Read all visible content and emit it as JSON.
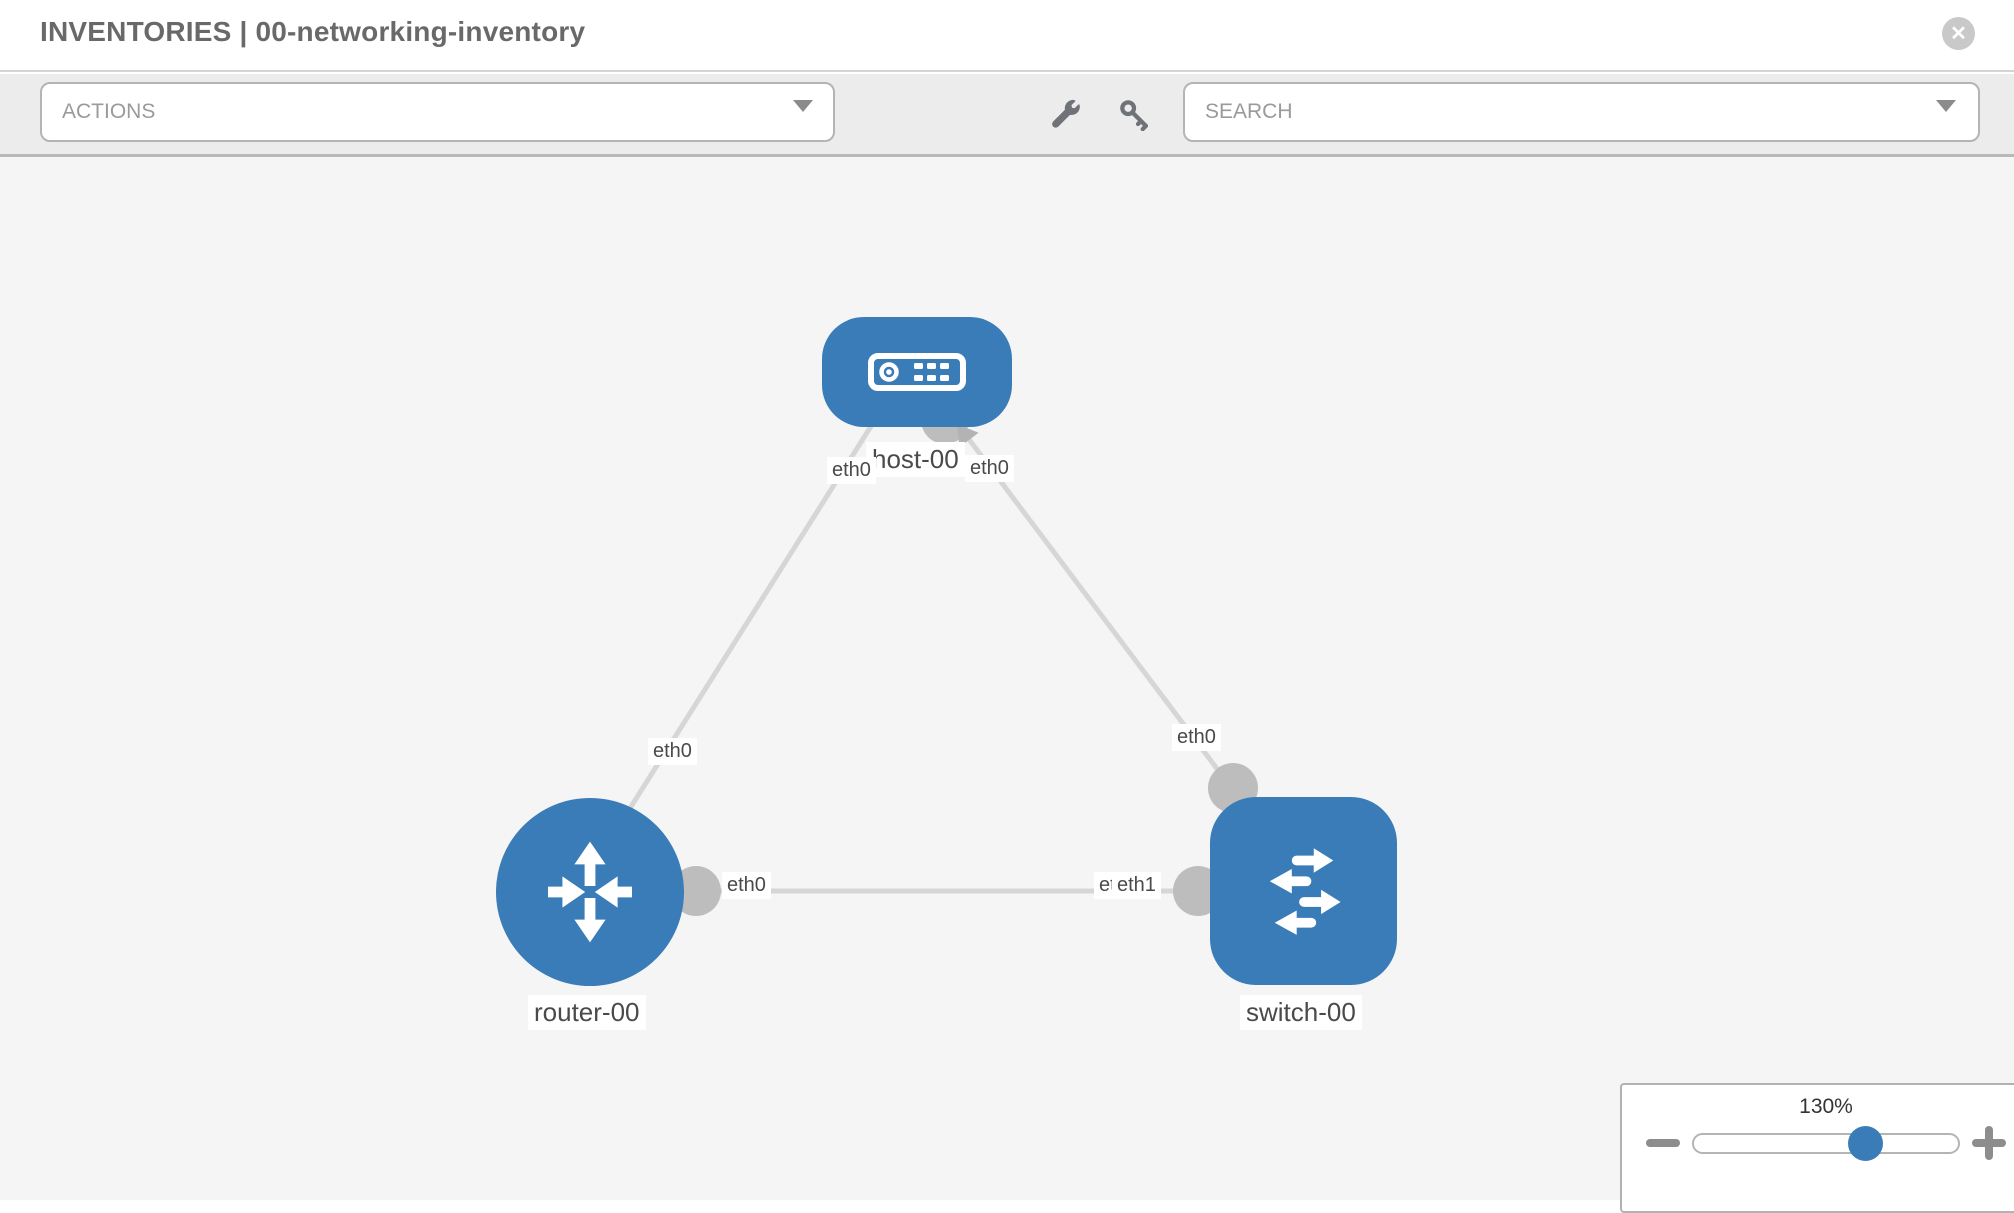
{
  "header": {
    "title": "INVENTORIES | 00-networking-inventory",
    "close_glyph": "✕"
  },
  "toolbar": {
    "actions_label": "ACTIONS",
    "search_placeholder": "SEARCH",
    "tool_icons": [
      "wrench-icon",
      "key-icon"
    ]
  },
  "topology": {
    "nodes": [
      {
        "id": "host-00",
        "type": "host",
        "label": "host-00"
      },
      {
        "id": "router-00",
        "type": "router",
        "label": "router-00"
      },
      {
        "id": "switch-00",
        "type": "switch",
        "label": "switch-00"
      }
    ],
    "links": [
      {
        "from": "host-00",
        "to": "router-00",
        "from_interface": "eth0",
        "to_interface": "eth0"
      },
      {
        "from": "host-00",
        "to": "switch-00",
        "from_interface": "eth0",
        "to_interface": "eth0"
      },
      {
        "from": "router-00",
        "to": "switch-00",
        "from_interface": "eth0",
        "to_interface": "eth1"
      }
    ]
  },
  "zoom_control": {
    "level": "130%"
  },
  "colors": {
    "node_blue": "#3a7cb8",
    "link_gray": "#d6d6d6",
    "connector_gray": "#bdbdbd",
    "canvas_bg": "#f5f5f5",
    "toolbar_bg": "#ececec"
  }
}
